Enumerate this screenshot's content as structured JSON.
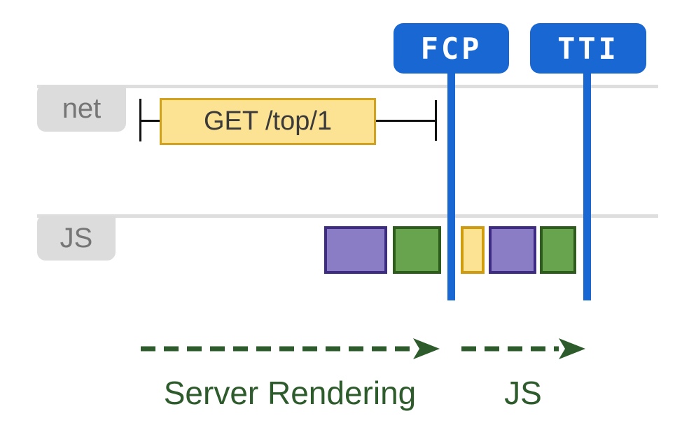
{
  "diagram": {
    "title_semantics": "server rendering performance timeline",
    "markers": [
      {
        "id": "fcp",
        "label": "FCP"
      },
      {
        "id": "tti",
        "label": "TTI"
      }
    ],
    "tracks": [
      {
        "id": "net",
        "label": "net"
      },
      {
        "id": "js",
        "label": "JS"
      }
    ],
    "network": {
      "request_label": "GET /top/1"
    },
    "js_blocks": [
      {
        "order": 1,
        "color_name": "purple",
        "fill": "#8b7cc6",
        "border": "#3e2b82",
        "position": "before FCP"
      },
      {
        "order": 2,
        "color_name": "green",
        "fill": "#68a34d",
        "border": "#2e5c1c",
        "position": "before FCP"
      },
      {
        "order": 3,
        "color_name": "yellow",
        "fill": "#fce293",
        "border": "#cf9c10",
        "position": "after FCP"
      },
      {
        "order": 4,
        "color_name": "purple",
        "fill": "#8b7cc6",
        "border": "#3e2b82",
        "position": "after FCP"
      },
      {
        "order": 5,
        "color_name": "green",
        "fill": "#68a34d",
        "border": "#2e5c1c",
        "position": "before TTI"
      }
    ],
    "phases": [
      {
        "label": "Server Rendering"
      },
      {
        "label": "JS"
      }
    ],
    "colors": {
      "marker_blue": "#1967d2",
      "track_line_gray": "#dedede",
      "tab_gray": "#dcdcdc",
      "tab_text_gray": "#757575",
      "request_yellow_fill": "#fce293",
      "request_yellow_border": "#d2a21d",
      "phase_green": "#2d5b2b"
    }
  }
}
